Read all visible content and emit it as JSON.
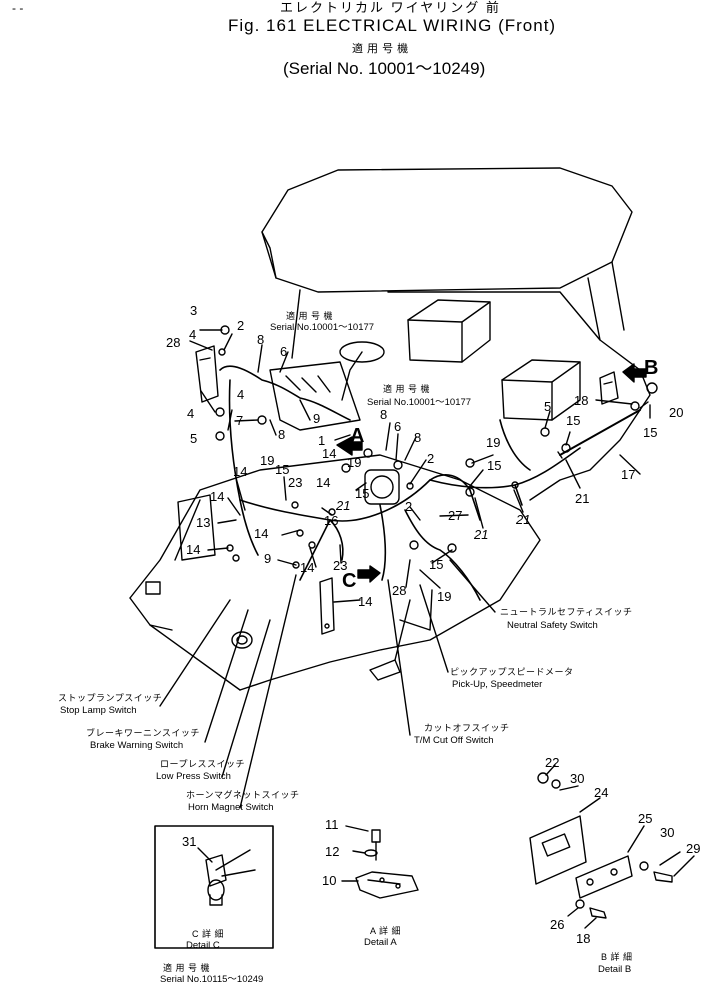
{
  "header": {
    "dash": "- -",
    "title_jp": "エレクトリカル ワイヤリング 前",
    "title_en": "Fig. 161 ELECTRICAL WIRING (Front)",
    "applicable_jp": "適 用 号 機",
    "serial": "(Serial No. 10001～10249)"
  },
  "notes": [
    {
      "jp": "適 用 号 機",
      "serial": "Serial No.10001～10177"
    },
    {
      "jp": "適 用 号 機",
      "serial": "Serial No.10001～10177"
    }
  ],
  "callouts": [
    {
      "jp": "ストップランプスイッチ",
      "en": "Stop Lamp Switch"
    },
    {
      "jp": "ブレーキワーニンスイッチ",
      "en": "Brake Warning Switch"
    },
    {
      "jp": "ロープレススイッチ",
      "en": "Low Press Switch"
    },
    {
      "jp": "ホーンマグネットスイッチ",
      "en": "Horn Magnet Switch"
    },
    {
      "jp": "カットオフスイッチ",
      "en": "T/M Cut Off Switch"
    },
    {
      "jp": "ピックアップスピードメータ",
      "en": "Pick-Up, Speedmeter"
    },
    {
      "jp": "ニュートラルセフティスイッチ",
      "en": "Neutral Safety Switch"
    }
  ],
  "arrows": {
    "a": "A",
    "b": "B",
    "c": "C"
  },
  "details": {
    "c": {
      "jp": "C 詳 細",
      "en": "Detail C",
      "applicable_jp": "適 用 号 機",
      "serial": "Serial No.10115～10249"
    },
    "a": {
      "jp": "A 詳 細",
      "en": "Detail A"
    },
    "b": {
      "jp": "B 詳 細",
      "en": "Detail B"
    }
  },
  "part_numbers": [
    "1",
    "2",
    "3",
    "4",
    "5",
    "6",
    "7",
    "8",
    "9",
    "10",
    "11",
    "12",
    "13",
    "14",
    "15",
    "16",
    "17",
    "18",
    "19",
    "20",
    "21",
    "22",
    "23",
    "24",
    "25",
    "26",
    "27",
    "28",
    "29",
    "30",
    "31"
  ]
}
